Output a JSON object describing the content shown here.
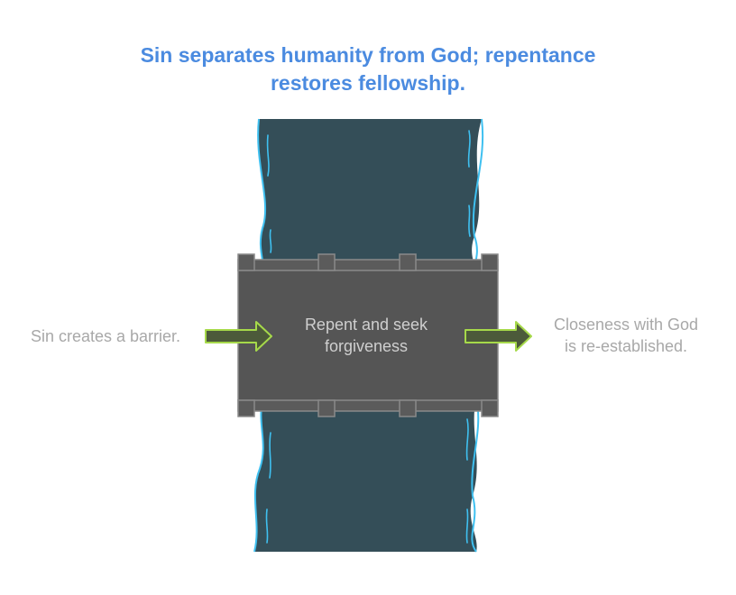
{
  "title": {
    "line1": "Sin separates humanity from God; repentance",
    "line2": "restores fellowship."
  },
  "left_label": "Sin creates a barrier.",
  "bridge_label": {
    "line1": "Repent and seek",
    "line2": "forgiveness"
  },
  "right_label": {
    "line1": "Closeness with God",
    "line2": "is re-established."
  },
  "colors": {
    "title": "#4b8be0",
    "river": "#344e58",
    "river_edge": "#3fc0f0",
    "bridge": "#555555",
    "bridge_rail": "#8a8a8a",
    "arrow_fill": "#4c5a3a",
    "arrow_stroke": "#a6d94a",
    "label": "#a8a8a8"
  }
}
